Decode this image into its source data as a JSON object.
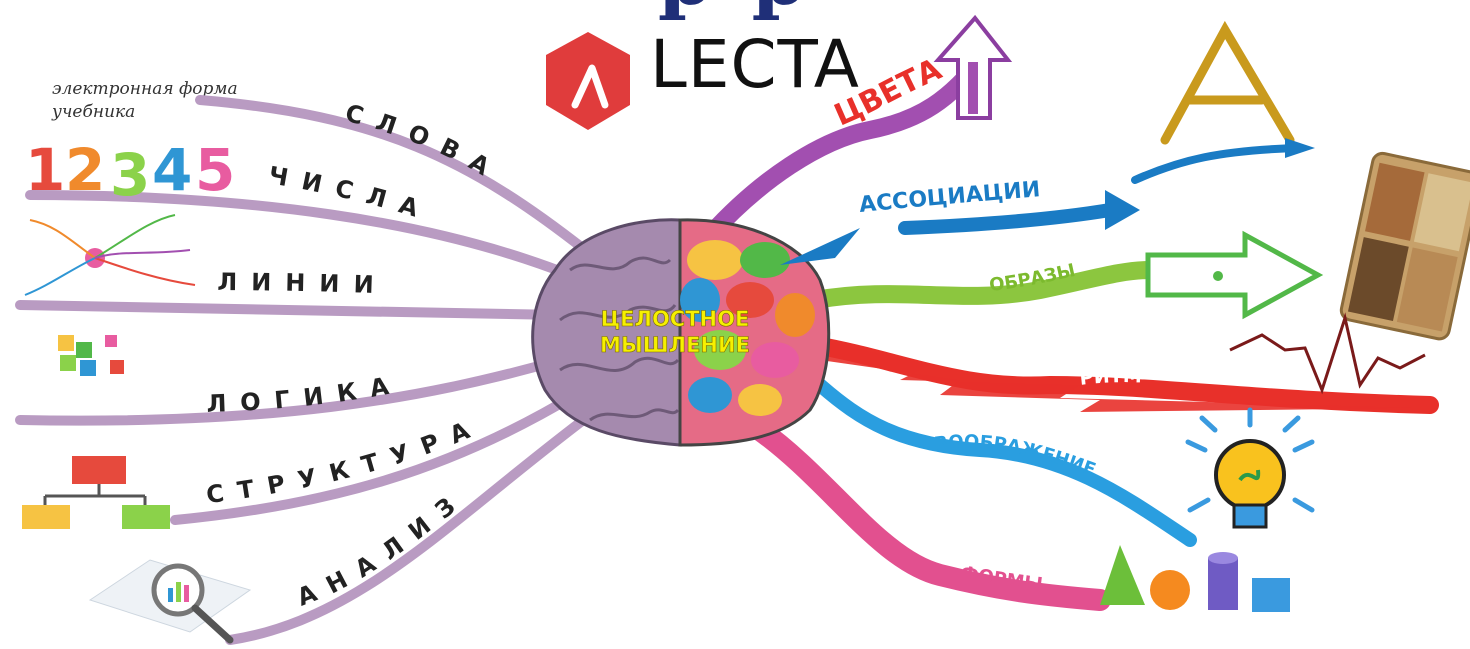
{
  "header": {
    "title_fragment": "р                                    р"
  },
  "logo": {
    "text": "LECTA",
    "accent": "#e03c3c"
  },
  "caption": {
    "line1": "электронная форма",
    "line2": "учебника"
  },
  "center": {
    "line1": "ЦЕЛОСТНОЕ",
    "line2": "МЫШЛЕНИЕ"
  },
  "left_branches": [
    {
      "label": "СЛОВА",
      "icon": "numbers-art",
      "color": "#b99bc2"
    },
    {
      "label": "ЧИСЛА",
      "icon": "numbers-art",
      "color": "#b99bc2"
    },
    {
      "label": "ЛИНИИ",
      "icon": "mind-map-icon",
      "color": "#b99bc2"
    },
    {
      "label": "ЛОГИКА",
      "icon": "puzzle-icon",
      "color": "#b99bc2"
    },
    {
      "label": "СТРУКТУРА",
      "icon": "org-chart-icon",
      "color": "#b99bc2"
    },
    {
      "label": "АНАЛИЗ",
      "icon": "magnifier-chart-icon",
      "color": "#b99bc2"
    }
  ],
  "right_branches": [
    {
      "label": "ЦВЕТА",
      "icon": "arrow-up-icon",
      "color": "#a24fb0"
    },
    {
      "label": "АССОЦИАЦИИ",
      "icon": "chain-letter-a-icon",
      "color": "#1a7bc4"
    },
    {
      "label": "ОБРАЗЫ",
      "icon": "arrow-right-icon",
      "color": "#8cc63f"
    },
    {
      "label": "РИТМ",
      "icon": "heartbeat-icon",
      "color": "#e8302a"
    },
    {
      "label": "ВООБРАЖЕНИЕ",
      "icon": "lightbulb-icon",
      "color": "#2a9ee0"
    },
    {
      "label": "ФОРМЫ",
      "icon": "shapes-icon",
      "color": "#e2508f"
    }
  ],
  "numbers_art": "12345"
}
